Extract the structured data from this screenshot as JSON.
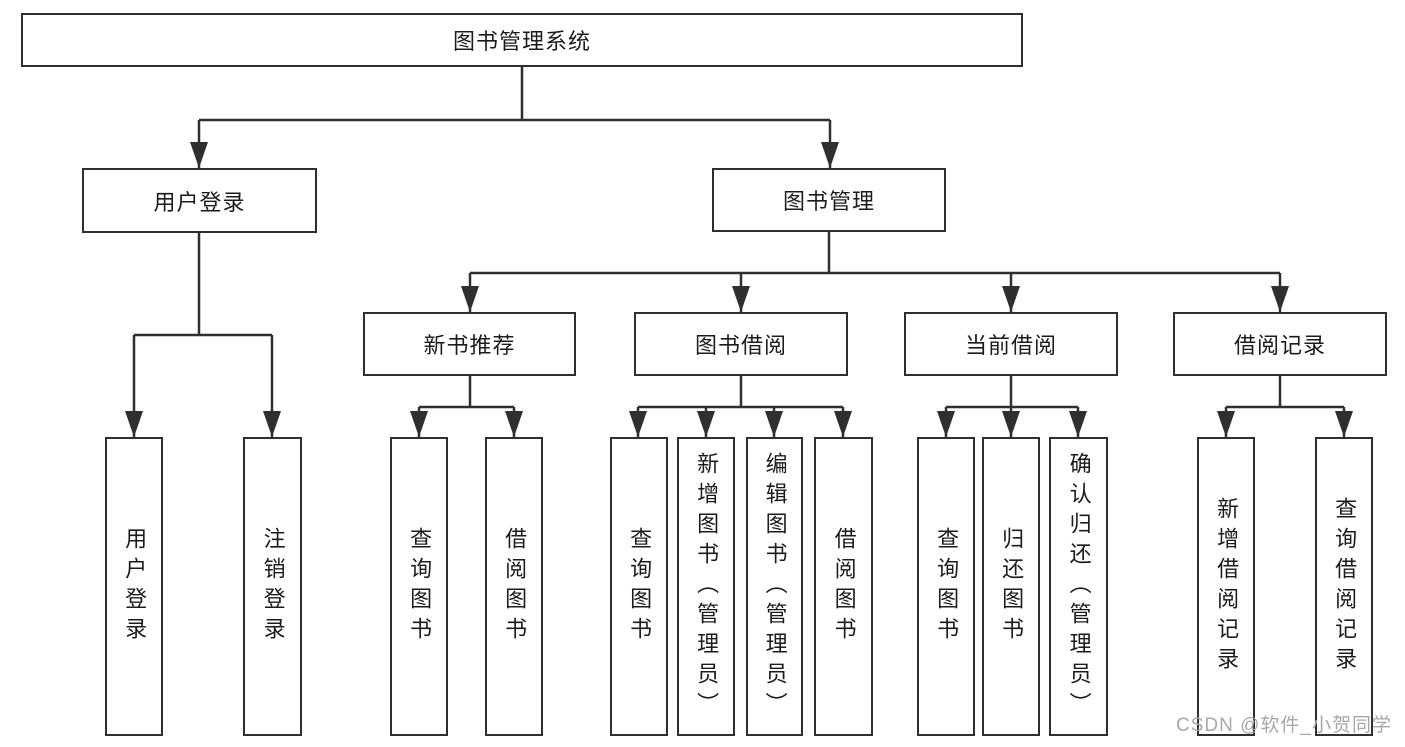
{
  "tree": {
    "label": "图书管理系统",
    "children": [
      {
        "label": "用户登录",
        "children": [
          {
            "label": "用户登录"
          },
          {
            "label": "注销登录"
          }
        ]
      },
      {
        "label": "图书管理",
        "children": [
          {
            "label": "新书推荐",
            "children": [
              {
                "label": "查询图书"
              },
              {
                "label": "借阅图书"
              }
            ]
          },
          {
            "label": "图书借阅",
            "children": [
              {
                "label": "查询图书"
              },
              {
                "label": "新增图书（管理员）"
              },
              {
                "label": "编辑图书（管理员）"
              },
              {
                "label": "借阅图书"
              }
            ]
          },
          {
            "label": "当前借阅",
            "children": [
              {
                "label": "查询图书"
              },
              {
                "label": "归还图书"
              },
              {
                "label": "确认归还（管理员）"
              }
            ]
          },
          {
            "label": "借阅记录",
            "children": [
              {
                "label": "新增借阅记录"
              },
              {
                "label": "查询借阅记录"
              }
            ]
          }
        ]
      }
    ]
  },
  "watermark": {
    "text": "CSDN @软件_小贺同学"
  },
  "colors": {
    "line": "#2f2f2f",
    "box_border": "#2f2f2f",
    "text": "#1c1c1c",
    "watermark_text": "#a8a8a8",
    "background": "#ffffff"
  }
}
